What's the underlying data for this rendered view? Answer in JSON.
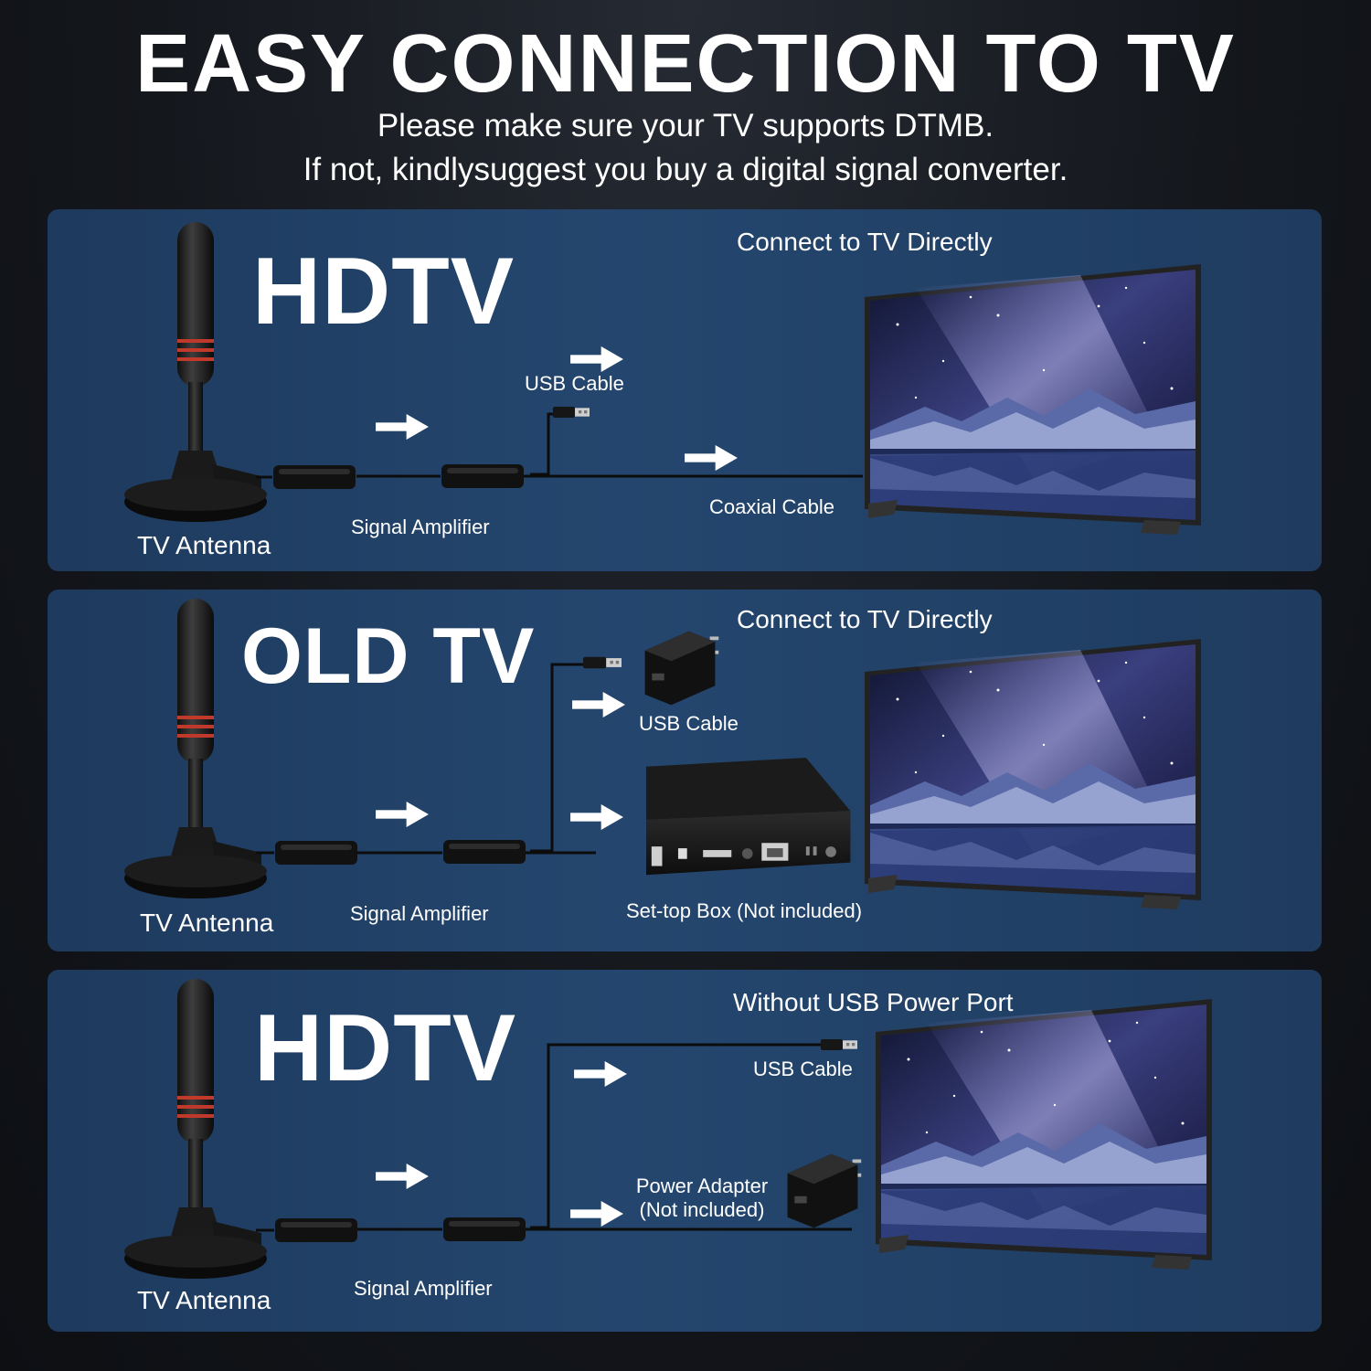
{
  "header": {
    "title": "EASY CONNECTION TO TV",
    "subtitle_line1": "Please make sure your TV supports DTMB.",
    "subtitle_line2": "If not, kindlysuggest you buy a digital signal converter."
  },
  "panels": [
    {
      "tv_type": "HDTV",
      "heading": "Connect to TV Directly",
      "antenna_label": "TV Antenna",
      "amplifier_label": "Signal Amplifier",
      "usb_label": "USB Cable",
      "coax_label": "Coaxial Cable"
    },
    {
      "tv_type": "OLD TV",
      "heading": "Connect to TV Directly",
      "antenna_label": "TV Antenna",
      "amplifier_label": "Signal Amplifier",
      "usb_label": "USB Cable",
      "settop_label": "Set-top Box (Not included)"
    },
    {
      "tv_type": "HDTV",
      "heading": "Without USB Power Port",
      "antenna_label": "TV Antenna",
      "amplifier_label": "Signal Amplifier",
      "usb_label": "USB Cable",
      "adapter_label_line1": "Power Adapter",
      "adapter_label_line2": "(Not included)"
    }
  ],
  "icons": [
    "tv-antenna-icon",
    "signal-amplifier-icon",
    "usb-plug-icon",
    "arrow-right-icon",
    "television-icon",
    "power-adapter-icon",
    "set-top-box-icon"
  ],
  "colors": {
    "panel": "#24466e",
    "background": "#14171c",
    "antenna_ring": "#c0392b"
  }
}
